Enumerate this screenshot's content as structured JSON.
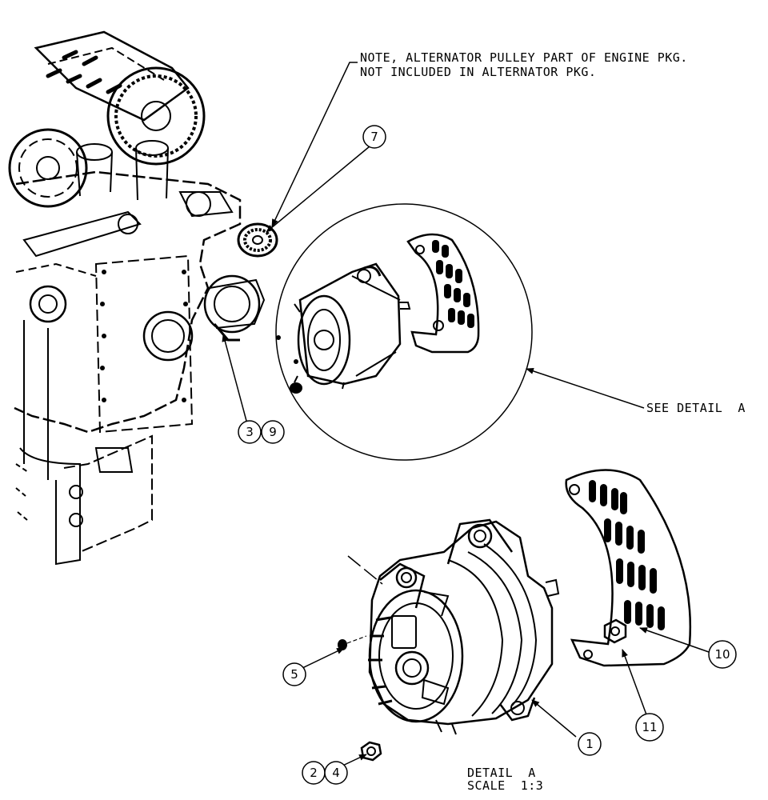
{
  "notes": {
    "pulley_note_line1": "NOTE, ALTERNATOR PULLEY PART OF ENGINE PKG.",
    "pulley_note_line2": "NOT INCLUDED IN ALTERNATOR PKG.",
    "see_detail": "SEE DETAIL  A",
    "detail_title": "DETAIL  A",
    "detail_scale": "SCALE  1:3"
  },
  "balloons": {
    "b7": "7",
    "b3": "3",
    "b9": "9",
    "b5": "5",
    "b2": "2",
    "b4": "4",
    "b1": "1",
    "b10": "10",
    "b11": "11"
  }
}
